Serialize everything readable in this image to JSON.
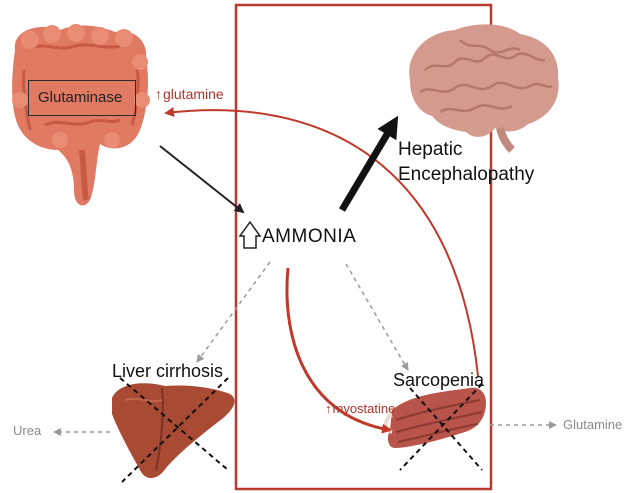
{
  "labels": {
    "glutaminase": "Glutaminase",
    "glutamine_up_arrow": "↑",
    "glutamine": "glutamine",
    "ammonia": "AMMONIA",
    "hepatic_line1": "Hepatic",
    "hepatic_line2": "Encephalopathy",
    "liver_cirrhosis": "Liver cirrhosis",
    "sarcopenia": "Sarcopenia",
    "myostatine_up_arrow": "↑",
    "myostatine": "myostatine",
    "urea": "Urea",
    "glutamine_output": "Glutamine"
  },
  "colors": {
    "frame": "#b53a2f",
    "red_arrow": "#c0392b",
    "black_arrow": "#111111",
    "dashed_arrow": "#9a9a9a",
    "intestine": "#e07a63",
    "brain": "#d59a8e",
    "liver": "#a84a34",
    "muscle": "#b8544a"
  },
  "icons": [
    "intestine-illustration",
    "brain-illustration",
    "liver-illustration",
    "muscle-illustration",
    "hollow-up-arrow-icon"
  ]
}
